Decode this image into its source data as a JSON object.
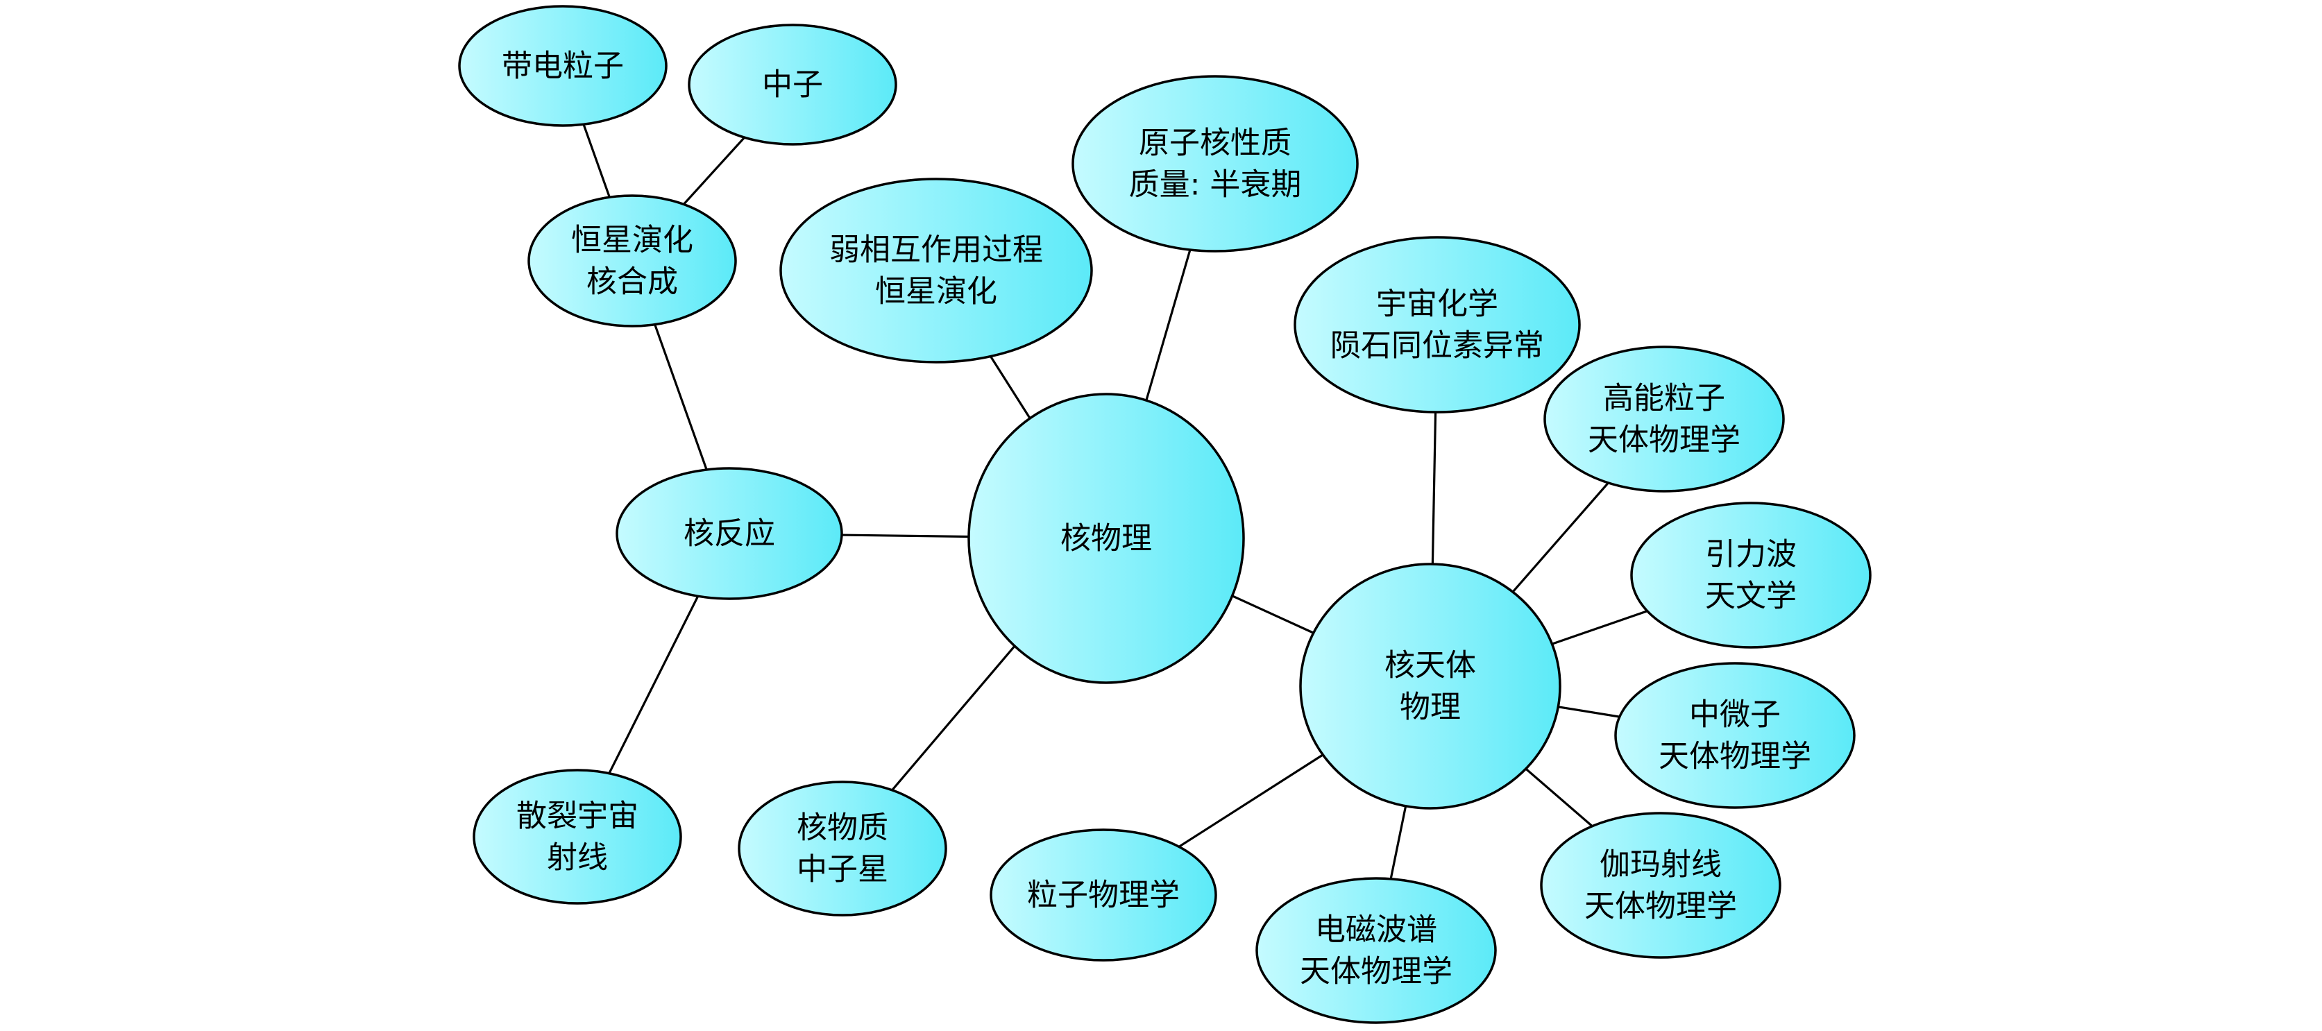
{
  "style": {
    "fill_light": "#c5fbff",
    "fill_dark": "#5ceaf8",
    "stroke": "#000000"
  },
  "nodes": [
    {
      "id": "charged-particles",
      "lines": [
        "带电粒子"
      ]
    },
    {
      "id": "neutron",
      "lines": [
        "中子"
      ]
    },
    {
      "id": "stellar-evolution-nucleosynthesis",
      "lines": [
        "恒星演化",
        "核合成"
      ]
    },
    {
      "id": "weak-interaction",
      "lines": [
        "弱相互作用过程",
        "恒星演化"
      ]
    },
    {
      "id": "nuclear-properties",
      "lines": [
        "原子核性质",
        "质量: 半衰期"
      ]
    },
    {
      "id": "cosmochemistry",
      "lines": [
        "宇宙化学",
        "陨石同位素异常"
      ]
    },
    {
      "id": "high-energy-particle",
      "lines": [
        "高能粒子",
        "天体物理学"
      ]
    },
    {
      "id": "nuclear-reaction",
      "lines": [
        "核反应"
      ]
    },
    {
      "id": "nuclear-physics",
      "lines": [
        "核物理"
      ]
    },
    {
      "id": "gravitational-wave",
      "lines": [
        "引力波",
        "天文学"
      ]
    },
    {
      "id": "nuclear-astrophysics",
      "lines": [
        "核天体",
        "物理"
      ]
    },
    {
      "id": "neutrino",
      "lines": [
        "中微子",
        "天体物理学"
      ]
    },
    {
      "id": "spallation-cosmic-rays",
      "lines": [
        "散裂宇宙",
        "射线"
      ]
    },
    {
      "id": "nuclear-matter",
      "lines": [
        "核物质",
        "中子星"
      ]
    },
    {
      "id": "gamma-ray",
      "lines": [
        "伽玛射线",
        "天体物理学"
      ]
    },
    {
      "id": "particle-physics",
      "lines": [
        "粒子物理学"
      ]
    },
    {
      "id": "electromagnetic-spectrum",
      "lines": [
        "电磁波谱",
        "天体物理学"
      ]
    }
  ],
  "edges": [
    [
      "charged-particles",
      "stellar-evolution-nucleosynthesis"
    ],
    [
      "neutron",
      "stellar-evolution-nucleosynthesis"
    ],
    [
      "stellar-evolution-nucleosynthesis",
      "nuclear-reaction"
    ],
    [
      "nuclear-reaction",
      "nuclear-physics"
    ],
    [
      "nuclear-reaction",
      "spallation-cosmic-rays"
    ],
    [
      "weak-interaction",
      "nuclear-physics"
    ],
    [
      "nuclear-properties",
      "nuclear-physics"
    ],
    [
      "nuclear-physics",
      "nuclear-matter"
    ],
    [
      "nuclear-physics",
      "nuclear-astrophysics"
    ],
    [
      "cosmochemistry",
      "nuclear-astrophysics"
    ],
    [
      "high-energy-particle",
      "nuclear-astrophysics"
    ],
    [
      "gravitational-wave",
      "nuclear-astrophysics"
    ],
    [
      "neutrino",
      "nuclear-astrophysics"
    ],
    [
      "gamma-ray",
      "nuclear-astrophysics"
    ],
    [
      "electromagnetic-spectrum",
      "nuclear-astrophysics"
    ],
    [
      "particle-physics",
      "nuclear-astrophysics"
    ]
  ]
}
